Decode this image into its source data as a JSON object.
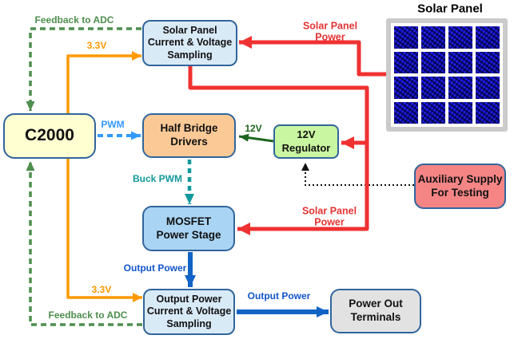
{
  "blocks": {
    "c2000": {
      "lines": [
        "C2000"
      ]
    },
    "solar_sampling": {
      "lines": [
        "Solar Panel",
        "Current & Voltage",
        "Sampling"
      ]
    },
    "half_bridge": {
      "lines": [
        "Half Bridge",
        "Drivers"
      ]
    },
    "regulator": {
      "lines": [
        "12V",
        "Regulator"
      ]
    },
    "mosfet": {
      "lines": [
        "MOSFET",
        "Power Stage"
      ]
    },
    "output_sampling": {
      "lines": [
        "Output Power",
        "Current & Voltage",
        "Sampling"
      ]
    },
    "power_out": {
      "lines": [
        "Power Out",
        "Terminals"
      ]
    },
    "aux_supply": {
      "lines": [
        "Auxiliary Supply",
        "For Testing"
      ]
    }
  },
  "labels": {
    "feedback_top": {
      "text": "Feedback to ADC"
    },
    "v33_top": {
      "text": "3.3V"
    },
    "pwm": {
      "text": "PWM"
    },
    "v12": {
      "text": "12V"
    },
    "buck_pwm": {
      "text": "Buck PWM"
    },
    "solar_power_top": {
      "lines": [
        "Solar Panel",
        "Power"
      ]
    },
    "solar_power_bottom": {
      "lines": [
        "Solar Panel",
        "Power"
      ]
    },
    "output_power_vertical": {
      "text": "Output Power"
    },
    "v33_bottom": {
      "text": "3.3V"
    },
    "output_power_horizontal": {
      "text": "Output Power"
    },
    "feedback_bottom": {
      "text": "Feedback to ADC"
    }
  },
  "solar_panel": {
    "title": "Solar Panel",
    "grid": {
      "rows": 4,
      "cols": 4
    }
  },
  "connections": [
    {
      "from": "solar_panel",
      "to": "solar_sampling",
      "signal": "Solar Panel Power",
      "style": "solid-thick",
      "color": "#f03131"
    },
    {
      "from": "solar_sampling",
      "to": "mosfet",
      "signal": "Solar Panel Power",
      "style": "solid-thick",
      "color": "#f03131"
    },
    {
      "from": "solar_sampling",
      "to": "regulator",
      "signal": "Solar Panel Power",
      "style": "solid-thick",
      "color": "#f03131"
    },
    {
      "from": "solar_sampling",
      "to": "c2000",
      "signal": "Feedback to ADC",
      "style": "dashed",
      "color": "#4e8e4e"
    },
    {
      "from": "c2000",
      "to": "solar_sampling",
      "signal": "3.3V",
      "style": "solid",
      "color": "#ff9900"
    },
    {
      "from": "c2000",
      "to": "half_bridge",
      "signal": "PWM",
      "style": "dashed",
      "color": "#3399ff"
    },
    {
      "from": "regulator",
      "to": "half_bridge",
      "signal": "12V",
      "style": "solid",
      "color": "#1d661d"
    },
    {
      "from": "half_bridge",
      "to": "mosfet",
      "signal": "Buck PWM",
      "style": "dashed",
      "color": "#12999b"
    },
    {
      "from": "mosfet",
      "to": "output_sampling",
      "signal": "Output Power",
      "style": "solid-thick",
      "color": "#1163c6"
    },
    {
      "from": "c2000",
      "to": "output_sampling",
      "signal": "3.3V",
      "style": "solid",
      "color": "#ff9900"
    },
    {
      "from": "output_sampling",
      "to": "c2000",
      "signal": "Feedback to ADC",
      "style": "dashed",
      "color": "#4e8e4e"
    },
    {
      "from": "output_sampling",
      "to": "power_out",
      "signal": "Output Power",
      "style": "solid-thick",
      "color": "#1163c6"
    },
    {
      "from": "aux_supply",
      "to": "regulator",
      "signal": "",
      "style": "dotted",
      "color": "#111111"
    }
  ],
  "colors": {
    "block_border": "#31659c",
    "c2000_fill": "#ffffd2",
    "sampling_fill": "#d9eaf7",
    "half_bridge_fill": "#fbc996",
    "regulator_fill": "#c9f6a0",
    "mosfet_fill": "#a9d4f3",
    "power_out_fill": "#e2e2e2",
    "aux_fill": "#f58585",
    "red": "#f03131",
    "orange": "#ff9900",
    "green_dashed": "#4e8e4e",
    "pwm_blue": "#3399ff",
    "teal": "#12999b",
    "power_blue": "#1163c6",
    "dark_green": "#1d661d"
  }
}
